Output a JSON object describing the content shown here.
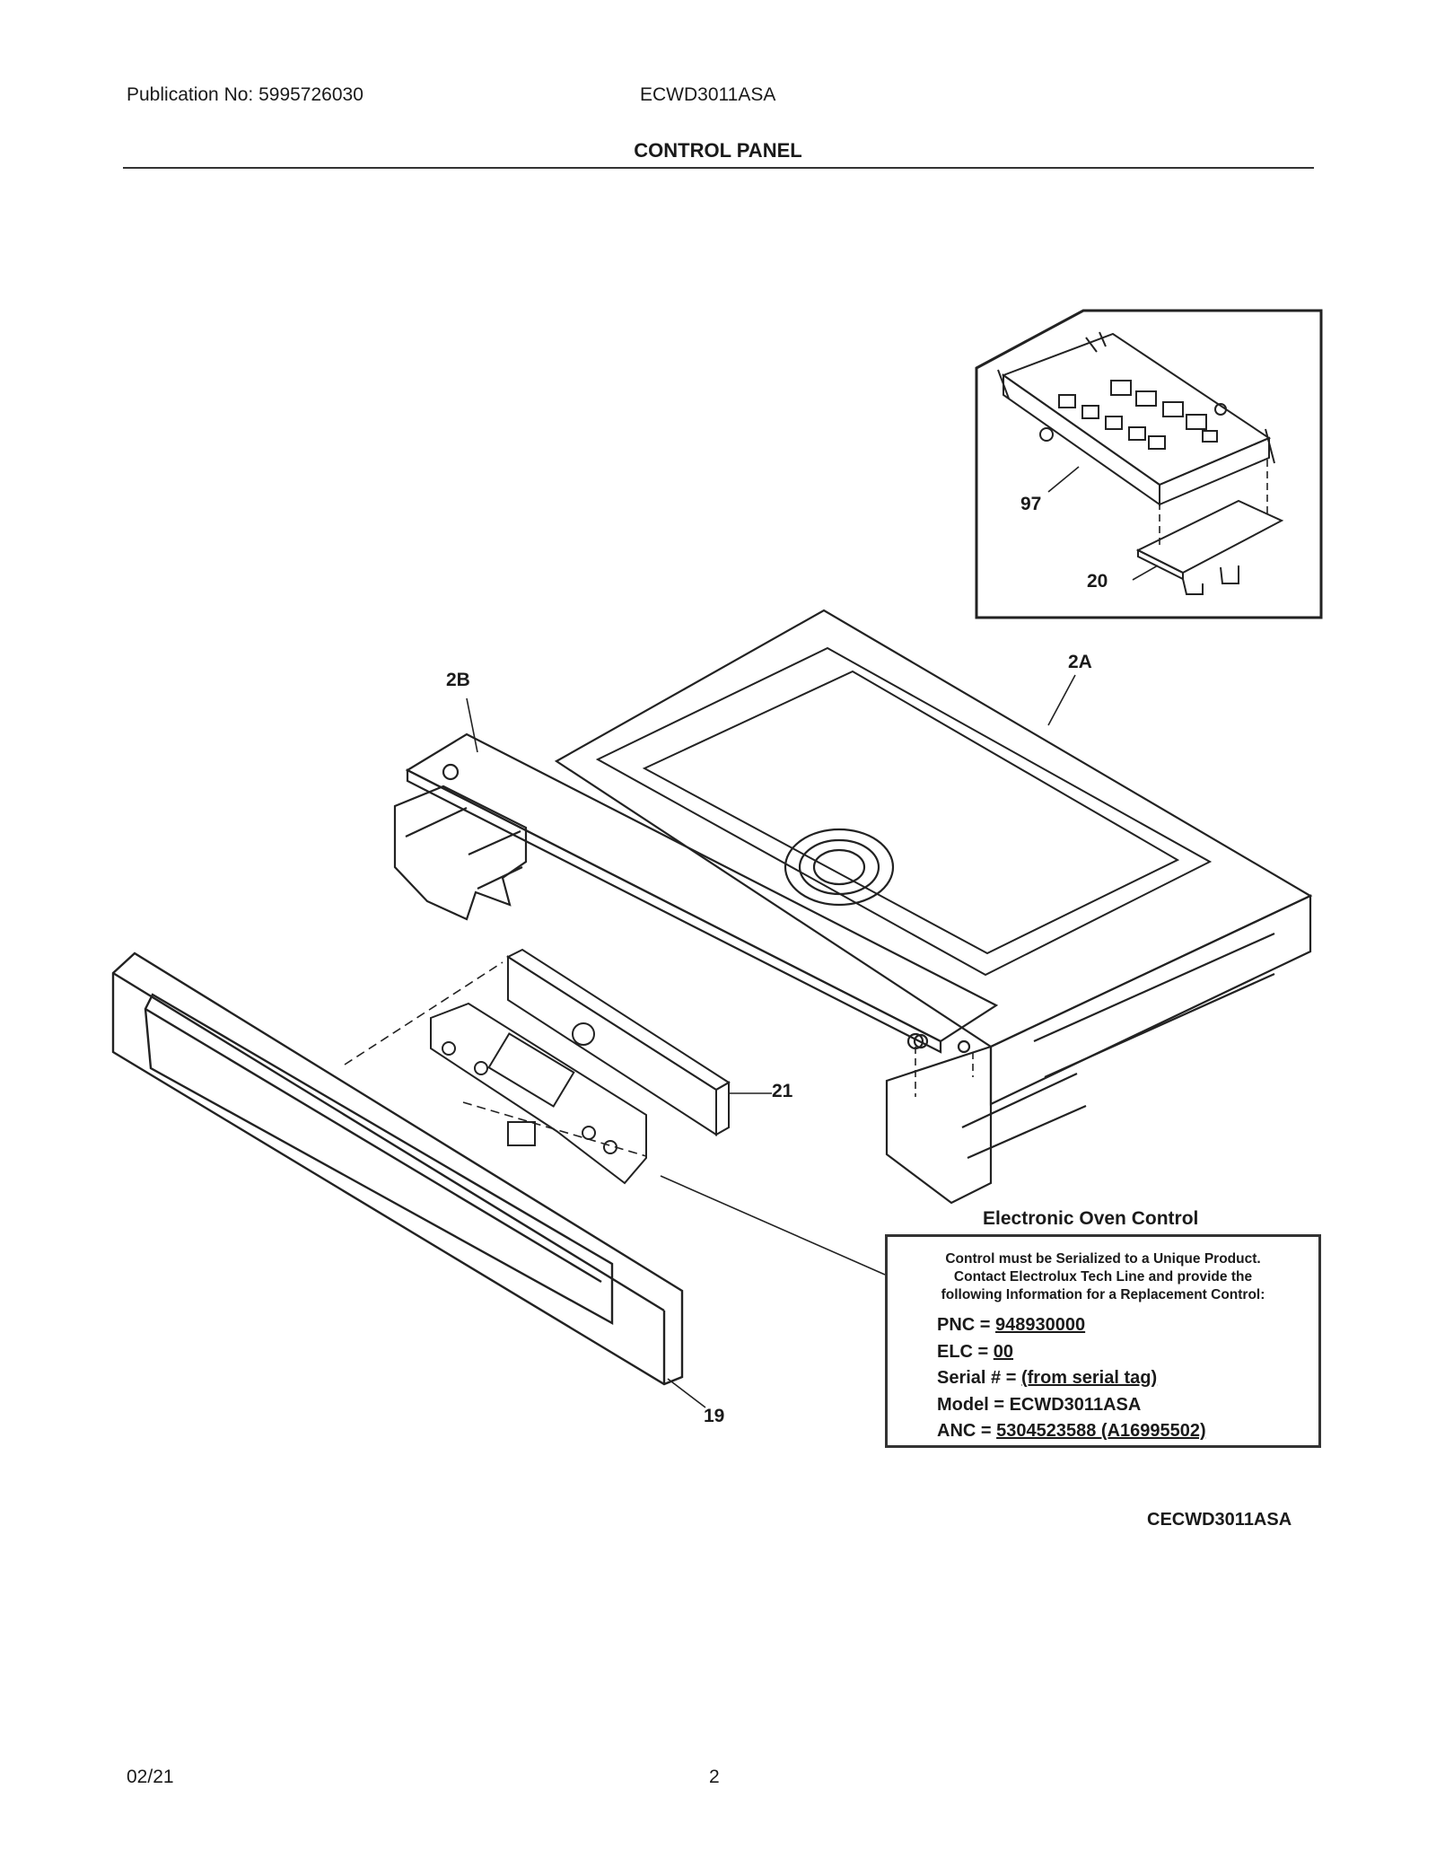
{
  "header": {
    "publication": "Publication No: 5995726030",
    "model": "ECWD3011ASA",
    "title": "CONTROL PANEL"
  },
  "callouts": {
    "c97": "97",
    "c20": "20",
    "c2A": "2A",
    "c2B": "2B",
    "c21": "21",
    "c19": "19"
  },
  "control_info": {
    "title": "Electronic Oven Control",
    "message_lines": [
      "Control must be Serialized to a Unique Product.",
      "Contact Electrolux Tech Line and provide the",
      "following Information for a Replacement Control:"
    ],
    "pnc_label": "PNC = ",
    "pnc_value": "948930000",
    "elc_label": "ELC = ",
    "elc_value": "00",
    "serial_label": "Serial # = ",
    "serial_value": "(from serial tag)",
    "model_label": "Model = ",
    "model_value": "ECWD3011ASA",
    "anc_label": "ANC = ",
    "anc_value": "5304523588 (A16995502)"
  },
  "diagram_code": "CECWD3011ASA",
  "footer": {
    "date": "02/21",
    "page": "2"
  }
}
